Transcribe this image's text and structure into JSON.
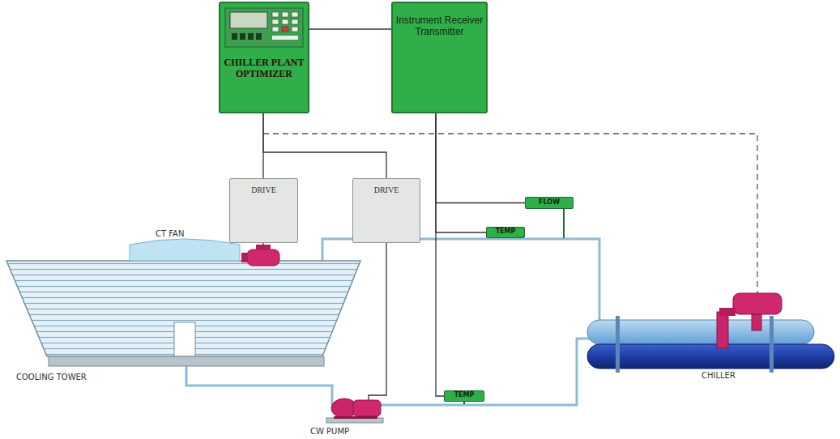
{
  "diagram": {
    "nodes": [
      {
        "text": [
          "CHILLER PLANT OPTIMIZER"
        ]
      },
      {
        "text": [
          "Instrument Receiver Transmitter"
        ]
      },
      {
        "text": [
          "DRIVE"
        ]
      },
      {
        "text": [
          "DRIVE"
        ]
      },
      {
        "text": [
          "FLOW"
        ]
      },
      {
        "text": [
          "TEMP"
        ]
      },
      {
        "text": [
          "TEMP"
        ]
      }
    ],
    "edges": [
      {
        "from": 0,
        "to": 1,
        "arrow": "none"
      },
      {
        "from": 0,
        "to": 2,
        "arrow": "none"
      },
      {
        "from": 0,
        "to": 3,
        "arrow": "none"
      },
      {
        "from": 1,
        "to": 4,
        "arrow": "none"
      },
      {
        "from": 1,
        "to": 5,
        "arrow": "none"
      },
      {
        "from": 1,
        "to": 6,
        "arrow": "none"
      }
    ],
    "labels": [
      "CT FAN",
      "COOLING TOWER",
      "CHILLER",
      "CW PUMP"
    ]
  }
}
